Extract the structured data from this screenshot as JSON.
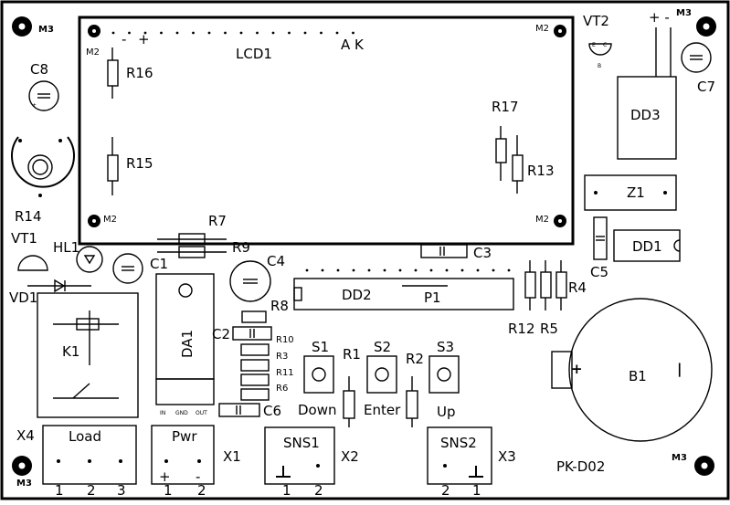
{
  "labels": {
    "m3_tl": "M3",
    "m3_tr": "M3",
    "m3_bl": "M3",
    "m3_br": "M3",
    "m2_tl": "M2",
    "m2_tr": "M2",
    "m2_bl": "M2",
    "m2_br": "M2",
    "lcd": "LCD1",
    "lcd_pins": "A K",
    "lcd_minus": "-",
    "lcd_plus": "+",
    "vt2": "VT2",
    "vt2_pm": "+  -",
    "c8": "C8",
    "c7": "C7",
    "r16": "R16",
    "r15": "R15",
    "r17": "R17",
    "r13": "R13",
    "r14": "R14",
    "dd3": "DD3",
    "z1": "Z1",
    "dd1": "DD1",
    "r7": "R7",
    "r9": "R9",
    "vt1": "VT1",
    "hl1": "HL1",
    "c1": "C1",
    "c4": "C4",
    "c3": "C3",
    "c5": "C5",
    "vd1": "VD1",
    "r8": "R8",
    "dd2": "DD2",
    "p1": "P1",
    "r4": "R4",
    "r12": "R12",
    "r5": "R5",
    "k1": "K1",
    "da1": "DA1",
    "c2": "C2",
    "r10": "R10",
    "r3": "R3",
    "r11": "R11",
    "r6": "R6",
    "c6": "C6",
    "s1": "S1",
    "r1": "R1",
    "s2": "S2",
    "r2": "R2",
    "s3": "S3",
    "b1": "B1",
    "down": "Down",
    "enter": "Enter",
    "up": "Up",
    "da1_in": "IN",
    "da1_gnd": "GND",
    "da1_out": "OUT",
    "b1_plus": "+",
    "b1_minus": "|",
    "x4": "X4",
    "load": "Load",
    "load_1": "1",
    "load_2": "2",
    "load_3": "3",
    "pwr": "Pwr",
    "pwr_plus": "+",
    "pwr_minus": "-",
    "pwr_1": "1",
    "pwr_2": "2",
    "x1": "X1",
    "sns1": "SNS1",
    "sns1_1": "1",
    "sns1_2": "2",
    "x2": "X2",
    "sns2": "SNS2",
    "sns2_2": "2",
    "sns2_1": "1",
    "x3": "X3",
    "board_name": "PK-D02"
  }
}
